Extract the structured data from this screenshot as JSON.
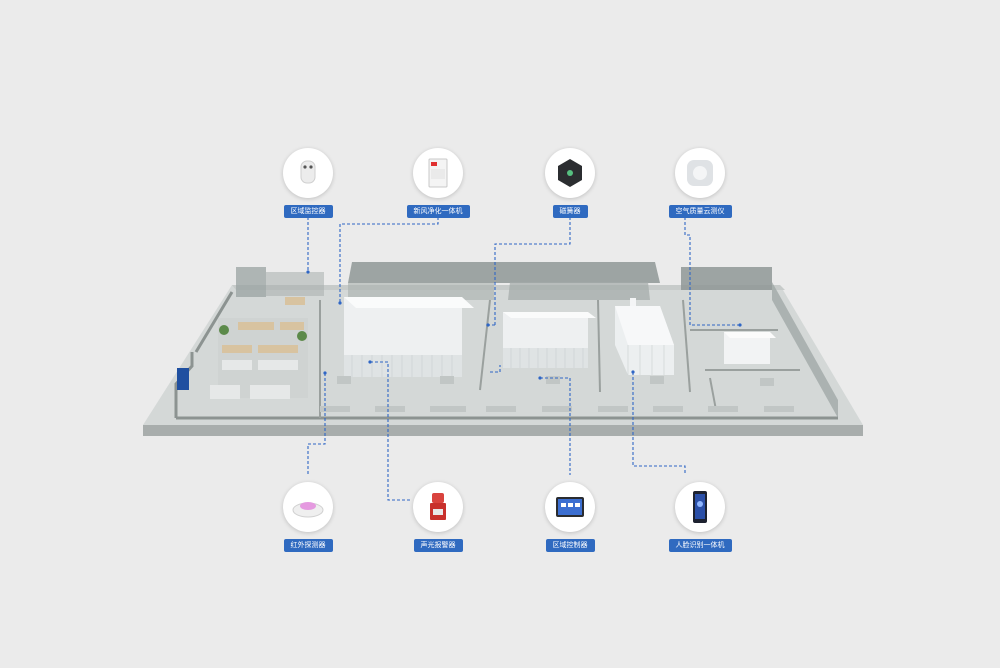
{
  "devices": {
    "zone_monitor": {
      "label": "区域监控器",
      "icon": "zone-monitor-icon"
    },
    "fresh_air": {
      "label": "新风净化一体机",
      "icon": "air-purifier-icon"
    },
    "gateway": {
      "label": "磁簧器",
      "icon": "hexagon-sensor-icon"
    },
    "air_quality": {
      "label": "空气质量云测仪",
      "icon": "air-quality-sensor-icon"
    },
    "infrared": {
      "label": "红外探测器",
      "icon": "infrared-detector-icon"
    },
    "alarm": {
      "label": "声光报警器",
      "icon": "sound-light-alarm-icon"
    },
    "zone_controller": {
      "label": "区域控制器",
      "icon": "tablet-controller-icon"
    },
    "face_recognition": {
      "label": "人脸识别一体机",
      "icon": "face-recognition-terminal-icon"
    }
  },
  "colors": {
    "background": "#ebebeb",
    "floor": "#d6d9d8",
    "wall": "#8f9694",
    "glass": "#9aa3a1",
    "label_bg": "#2f6ac0",
    "connector": "#2f66c5"
  }
}
